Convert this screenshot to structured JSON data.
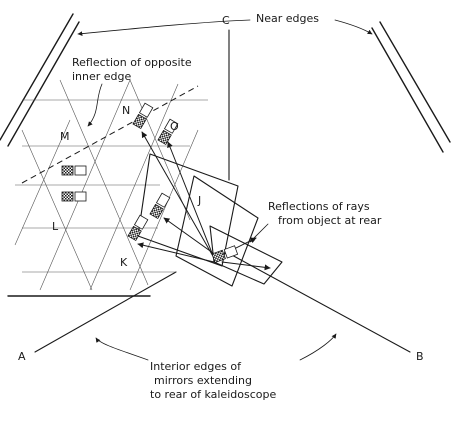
{
  "labels": {
    "A": "A",
    "B": "B",
    "C": "C",
    "J": "J",
    "K": "K",
    "L": "L",
    "M": "M",
    "N": "N",
    "O": "O"
  },
  "annotations": {
    "near_edges": "Near edges",
    "reflection_line1": "Reflection of opposite",
    "reflection_line2": "inner edge",
    "rays_line1": "Reflections of rays",
    "rays_line2": "from object at rear",
    "interior_line1": "Interior edges of",
    "interior_line2": "mirrors extending",
    "interior_line3": "to rear of kaleidoscope"
  },
  "colors": {
    "ink": "#1a1a1a",
    "grid": "#555555",
    "paper": "#ffffff"
  }
}
